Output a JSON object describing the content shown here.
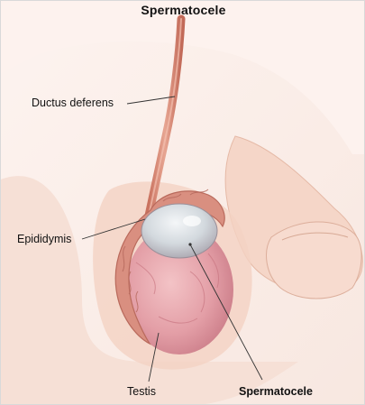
{
  "title": "Spermatocele",
  "labels": {
    "ductus": "Ductus deferens",
    "epididymis": "Epididymis",
    "testis": "Testis",
    "spermatocele": "Spermatocele"
  },
  "colors": {
    "skin": "#f6ddd2",
    "skin_shadow": "#edc9b9",
    "testis": "#e8a6ad",
    "epididymis": "#d88b7c",
    "cyst": "#cfd6dc",
    "leader_line": "#333333"
  }
}
